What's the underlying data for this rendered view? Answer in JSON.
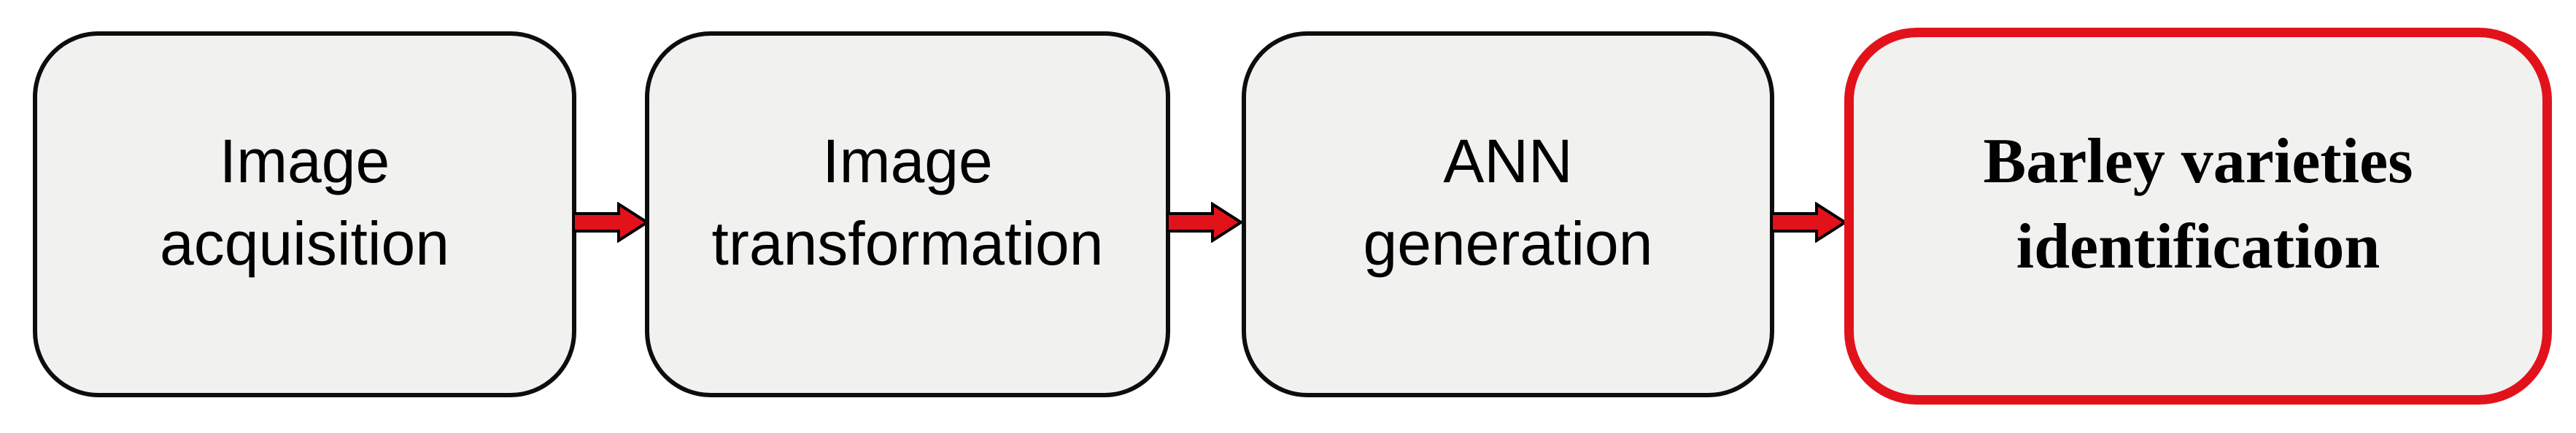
{
  "flowchart": {
    "steps": [
      {
        "id": "image-acquisition",
        "line1": "Image",
        "line2": "acquisition",
        "highlighted": false
      },
      {
        "id": "image-transformation",
        "line1": "Image",
        "line2": "transformation",
        "highlighted": false
      },
      {
        "id": "ann-generation",
        "line1": "ANN",
        "line2": "generation",
        "highlighted": false
      },
      {
        "id": "barley-identification",
        "line1": "Barley varieties",
        "line2": "identification",
        "highlighted": true
      }
    ],
    "colors": {
      "box_fill": "#f1f1f0",
      "box_border": "#0d0d0d",
      "highlight_border": "#e2121b",
      "arrow_fill": "#e2121b",
      "arrow_outline": "#000000",
      "text": "#000000",
      "background": "#ffffff"
    }
  }
}
